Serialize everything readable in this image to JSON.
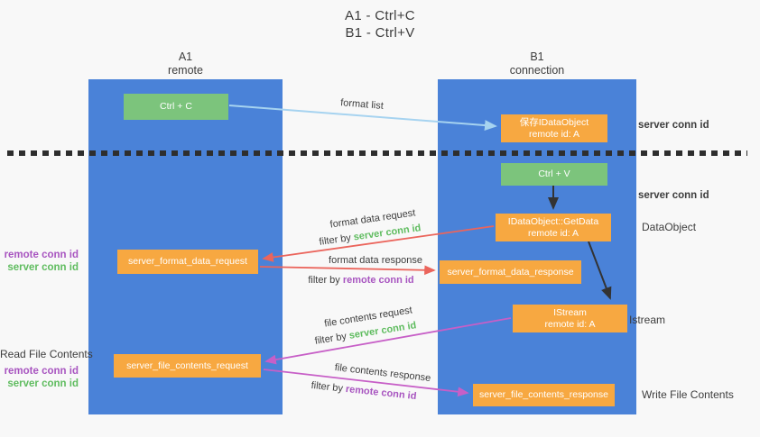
{
  "title": {
    "line1": "A1 - Ctrl+C",
    "line2": "B1 - Ctrl+V"
  },
  "lanes": {
    "left": {
      "name": "A1",
      "subtitle": "remote"
    },
    "right": {
      "name": "B1",
      "subtitle": "connection"
    }
  },
  "nodes": {
    "ctrl_c": {
      "label": "Ctrl + C"
    },
    "ctrl_v": {
      "label": "Ctrl + V"
    },
    "saved_idataobject": {
      "line1": "保存IDataObject",
      "line2": "remote id: A"
    },
    "getdata": {
      "line1": "IDataObject::GetData",
      "line2": "remote id: A"
    },
    "istream": {
      "line1": "IStream",
      "line2": "remote id: A"
    },
    "format_request": {
      "label": "server_format_data_request"
    },
    "format_response": {
      "label": "server_format_data_response"
    },
    "file_request": {
      "label": "server_file_contents_request"
    },
    "file_response": {
      "label": "server_file_contents_response"
    }
  },
  "edge_labels": {
    "format_list": "format list",
    "format_data_request": "format data request",
    "format_data_response": "format data response",
    "file_contents_request": "file contents request",
    "file_contents_response": "file contents response",
    "filter_by": "filter by",
    "server_conn_id": "server conn id",
    "remote_conn_id": "remote conn id"
  },
  "side_labels": {
    "read_file_contents": "Read File Contents",
    "write_file_contents": "Write File Contents",
    "dataobject": "DataObject",
    "istream": "Istream",
    "server_conn_id": "server conn id",
    "remote_conn_id": "remote conn id"
  },
  "colors": {
    "bg": "#f8f8f8",
    "lane_blue": "#4a82d8",
    "node_orange": "#f7a841",
    "node_green": "#7cc47c",
    "arrow_lightblue": "#a6d3f0",
    "arrow_red": "#eb655c",
    "arrow_magenta": "#c75fc7",
    "text_green": "#5fbc5f",
    "text_purple": "#a855c0",
    "text_dark": "#3d3d3d"
  }
}
